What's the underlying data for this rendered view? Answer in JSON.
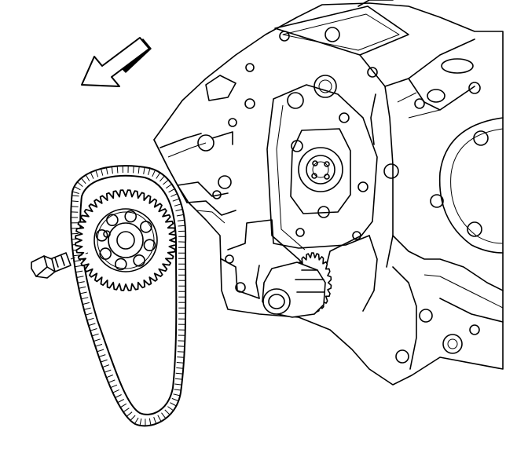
{
  "illustration": {
    "subject_parts": [
      "engine-block",
      "camshaft-sprocket",
      "timing-chain",
      "sprocket-bolt",
      "crankshaft-sprocket",
      "direction-arrow"
    ],
    "colors": {
      "line": "#000000",
      "background": "#ffffff"
    },
    "sprocket_teeth": 44,
    "sprocket_lightening_holes": 8
  }
}
